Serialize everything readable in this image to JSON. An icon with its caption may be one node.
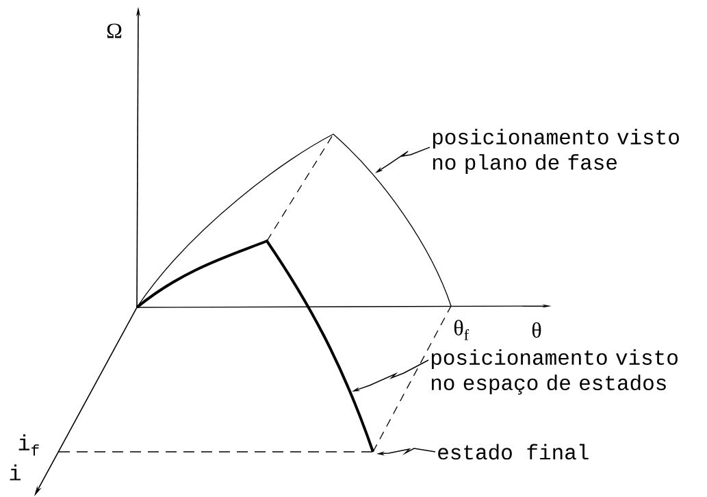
{
  "diagram": {
    "nodes": [
      {
        "text": [
          "posicionamento visto no plano de fase"
        ]
      },
      {
        "text": [
          "posicionamento visto no espaço de estados"
        ]
      },
      {
        "text": [
          "estado final"
        ]
      }
    ],
    "edges": [
      {
        "from": 0,
        "to": null,
        "arrow": "to"
      },
      {
        "from": 1,
        "to": null,
        "arrow": "to"
      },
      {
        "from": 2,
        "to": null,
        "arrow": "to"
      }
    ],
    "labels": [
      "Ω",
      "θ$_{f}$",
      "θ",
      "i$_{f}$",
      "i"
    ]
  }
}
